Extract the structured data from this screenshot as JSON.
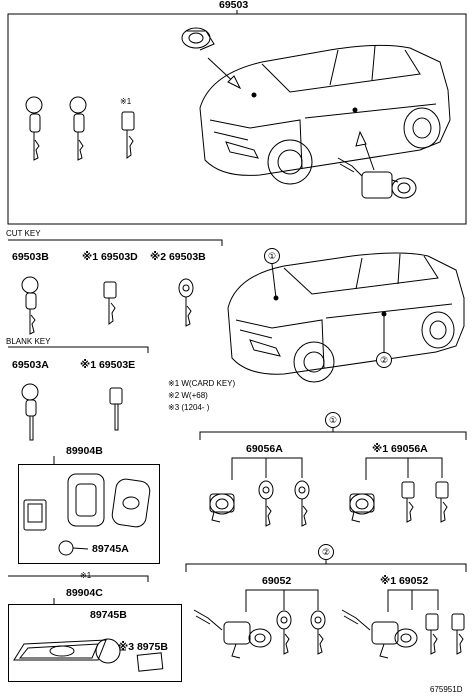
{
  "top_part": "69503",
  "ref_mark": "※1",
  "cut_key": {
    "title": "CUT KEY",
    "parts": [
      "69503B",
      "※1 69503D",
      "※2 69503B"
    ]
  },
  "blank_key": {
    "title": "BLANK KEY",
    "parts": [
      "69503A",
      "※1 69503E"
    ]
  },
  "notes": [
    "※1 W(CARD KEY)",
    "※2 W(+68)",
    "※3 (1204-    )"
  ],
  "callouts": [
    "①",
    "②"
  ],
  "set1": {
    "parts": [
      "69056A",
      "※1 69056A"
    ]
  },
  "set2": {
    "parts": [
      "69052",
      "※1 69052"
    ]
  },
  "box_89904B": {
    "part": "89904B",
    "sub": "89745A"
  },
  "box_89904C": {
    "ref": "※1",
    "part": "89904C",
    "sub1": "89745B",
    "sub2": "※3 8975B"
  },
  "figure_id": "675951D"
}
